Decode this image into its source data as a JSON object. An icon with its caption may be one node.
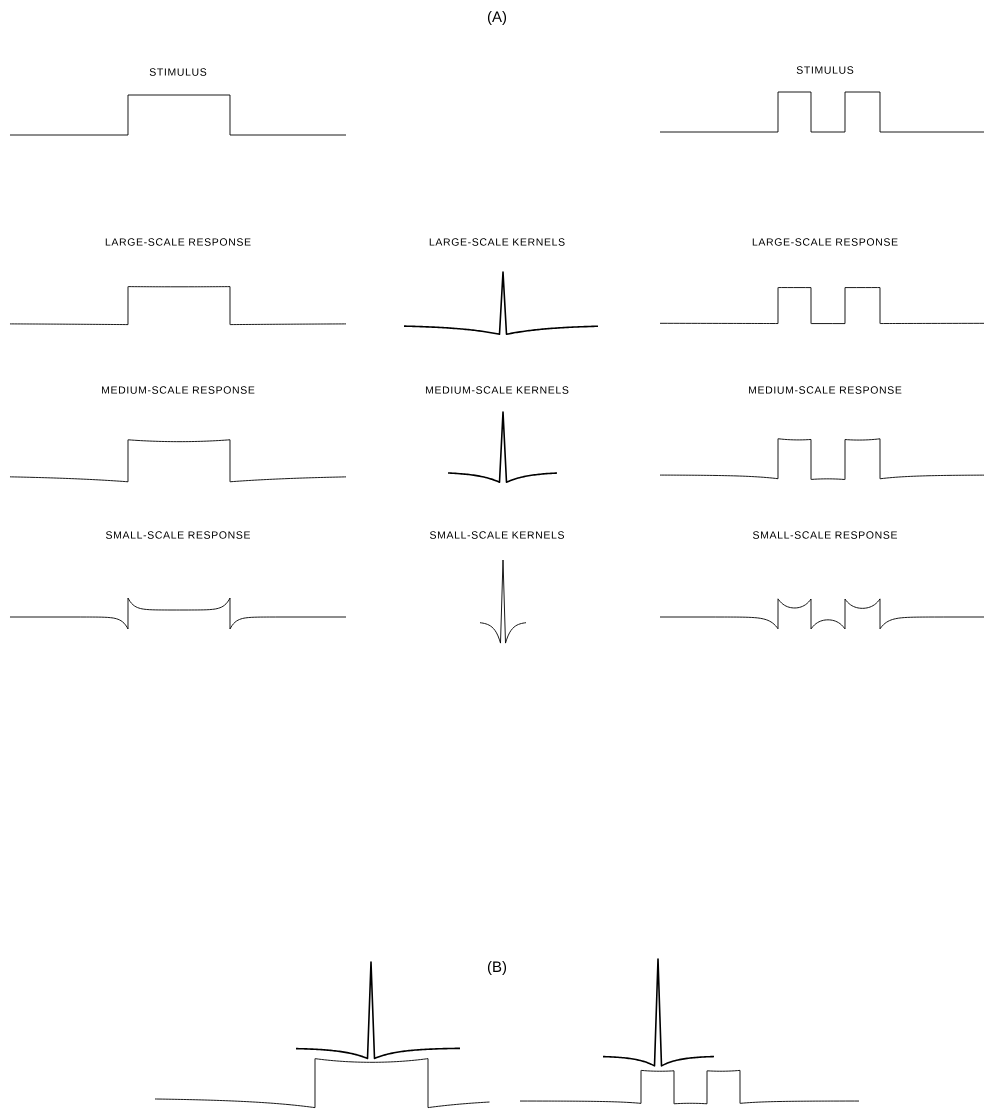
{
  "diagram": {
    "labels": [
      "(A)",
      "STIMULUS",
      "STIMULUS",
      "LARGE-SCALE RESPONSE",
      "LARGE-SCALE KERNELS",
      "LARGE-SCALE RESPONSE",
      "MEDIUM-SCALE RESPONSE",
      "MEDIUM-SCALE KERNELS",
      "MEDIUM-SCALE RESPONSE",
      "SMALL-SCALE RESPONSE",
      "SMALL-SCALE KERNELS",
      "SMALL-SCALE RESPONSE",
      "(B)"
    ]
  }
}
